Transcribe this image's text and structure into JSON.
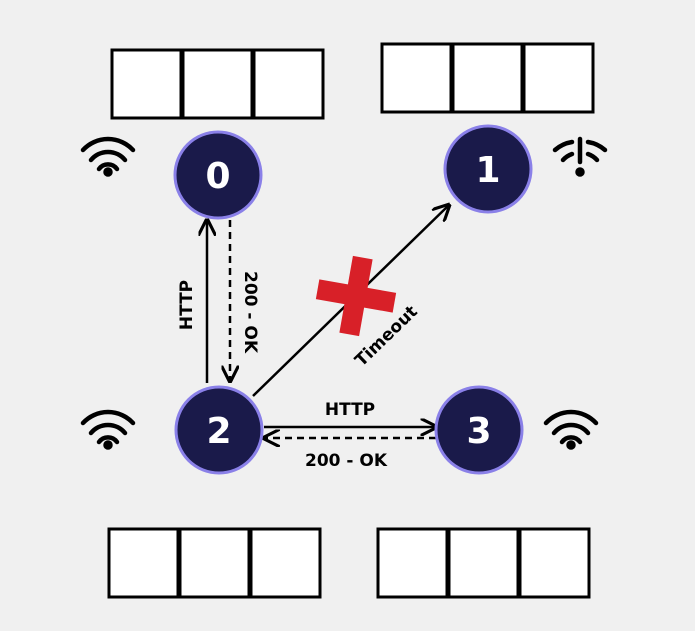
{
  "colors": {
    "background": "#f0f0f0",
    "node_fill": "#1a1a4a",
    "node_stroke": "#8a80e8",
    "node_text": "#ffffff",
    "edge": "#000000",
    "failure_mark": "#d82028"
  },
  "nodes": [
    {
      "id": "0",
      "label": "0",
      "wifi_icon": "wifi-icon",
      "queue_slots": 3
    },
    {
      "id": "1",
      "label": "1",
      "wifi_icon": "wifi-off-icon",
      "queue_slots": 3
    },
    {
      "id": "2",
      "label": "2",
      "wifi_icon": "wifi-icon",
      "queue_slots": 3
    },
    {
      "id": "3",
      "label": "3",
      "wifi_icon": "wifi-icon",
      "queue_slots": 3
    }
  ],
  "edges": [
    {
      "from": "2",
      "to": "0",
      "label": "HTTP",
      "style": "solid"
    },
    {
      "from": "0",
      "to": "2",
      "label": "200 - OK",
      "style": "dashed"
    },
    {
      "from": "2",
      "to": "1",
      "label": "Timeout",
      "style": "solid",
      "failed": true
    },
    {
      "from": "2",
      "to": "3",
      "label": "HTTP",
      "style": "solid"
    },
    {
      "from": "3",
      "to": "2",
      "label": "200 - OK",
      "style": "dashed"
    }
  ],
  "failure_icon": "red-cross-icon"
}
